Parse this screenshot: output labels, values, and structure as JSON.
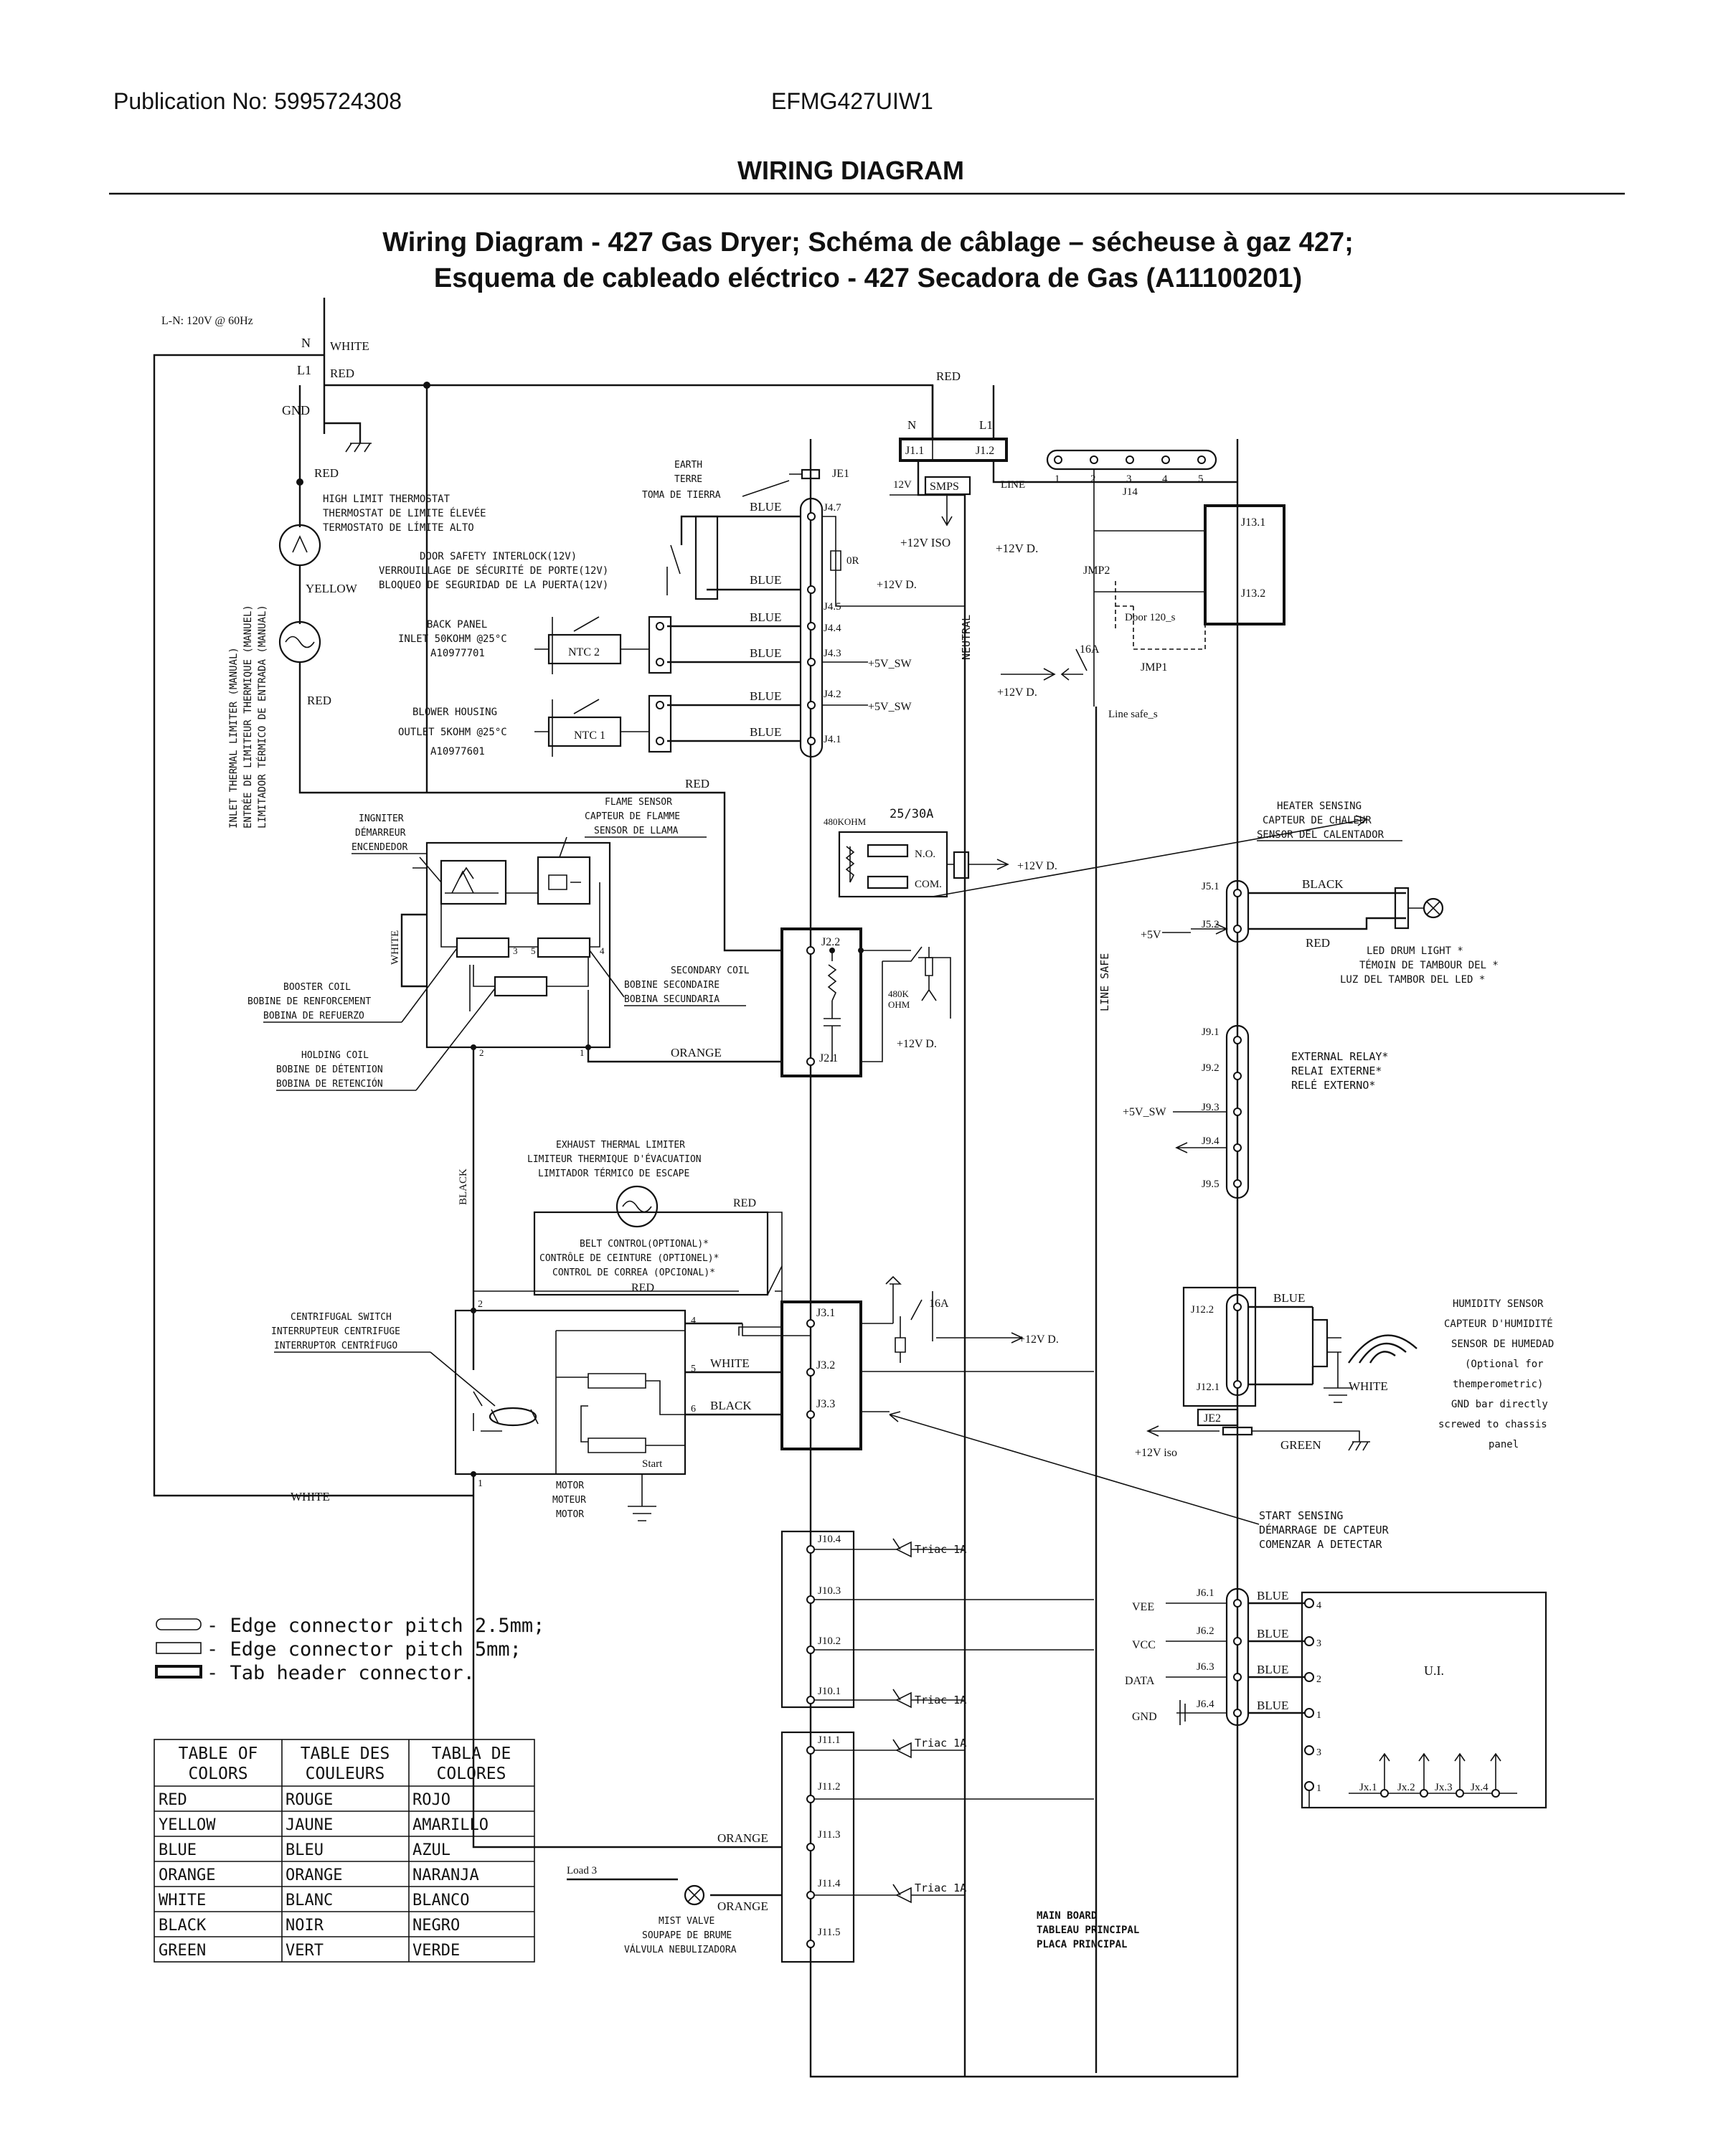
{
  "header": {
    "publication": "Publication No: 5995724308",
    "model": "EFMG427UIW1",
    "section": "WIRING DIAGRAM",
    "title_line1": "Wiring Diagram - 427 Gas Dryer; Schéma de câblage – sécheuse à gaz 427;",
    "title_line2": "Esquema de cableado eléctrico - 427 Secadora de Gas (A11100201)"
  },
  "power": {
    "supply": "L-N: 120V @ 60Hz",
    "n": "N",
    "l1": "L1",
    "gnd": "GND",
    "white": "WHITE",
    "red": "RED",
    "yellow": "YELLOW",
    "black": "BLACK",
    "orange": "ORANGE",
    "blue": "BLUE",
    "green": "GREEN"
  },
  "components": {
    "high_limit": [
      "HIGH LIMIT THERMOSTAT",
      "THERMOSTAT DE LIMITE ÉLEVÉE",
      "TERMOSTATO DE LÍMITE ALTO"
    ],
    "inlet_limiter": [
      "INLET THERMAL LIMITER (MANUAL)",
      "ENTRÉE DE LIMITEUR THERMIQUE (MANUEL)",
      "LIMITADOR TÉRMICO DE ENTRADA (MANUAL)"
    ],
    "door_interlock": [
      "DOOR SAFETY INTERLOCK(12V)",
      "VERROUILLAGE DE SÉCURITÉ DE PORTE(12V)",
      "BLOQUEO DE SEGURIDAD DE LA PUERTA(12V)"
    ],
    "earth": [
      "EARTH",
      "TERRE",
      "TOMA DE TIERRA"
    ],
    "back_panel": [
      "BACK PANEL",
      "INLET 50KOHM @25°C",
      "A10977701"
    ],
    "blower": [
      "BLOWER HOUSING",
      "OUTLET 5KOHM @25°C",
      "A10977601"
    ],
    "ntc2": "NTC 2",
    "ntc1": "NTC 1",
    "igniter": [
      "INGNITER",
      "DÉMARREUR",
      "ENCENDEDOR"
    ],
    "flame_sensor": [
      "FLAME SENSOR",
      "CAPTEUR DE FLAMME",
      "SENSOR DE LLAMA"
    ],
    "booster": [
      "BOOSTER COIL",
      "BOBINE DE RENFORCEMENT",
      "BOBINA DE REFUERZO"
    ],
    "holding": [
      "HOLDING COIL",
      "BOBINE DE DÉTENTION",
      "BOBINA DE RETENCIÓN"
    ],
    "secondary": [
      "SECONDARY COIL",
      "BOBINE SECONDAIRE",
      "BOBINA SECUNDARIA"
    ],
    "exhaust": [
      "EXHAUST THERMAL LIMITER",
      "LIMITEUR THERMIQUE D'ÉVACUATION",
      "LIMITADOR TÉRMICO DE ESCAPE"
    ],
    "belt": [
      "BELT CONTROL(OPTIONAL)*",
      "CONTRÔLE DE CEINTURE (OPTIONEL)*",
      "CONTROL DE CORREA (OPCIONAL)*"
    ],
    "centrifugal": [
      "CENTRIFUGAL SWITCH",
      "INTERRUPTEUR CENTRIFUGE",
      "INTERRUPTOR CENTRÍFUGO"
    ],
    "motor": [
      "MOTOR",
      "MOTEUR",
      "MOTOR"
    ],
    "start": "Start",
    "heater_sensing": [
      "HEATER SENSING",
      "CAPTEUR DE CHALEUR",
      "SENSOR DEL CALENTADOR"
    ],
    "led": [
      "LED DRUM LIGHT *",
      "TÉMOIN DE TAMBOUR DEL *",
      "LUZ DEL TAMBOR DEL LED *"
    ],
    "ext_relay": [
      "EXTERNAL RELAY*",
      "RELAI EXTERNE*",
      "RELÉ EXTERNO*"
    ],
    "humidity": [
      "HUMIDITY SENSOR",
      "CAPTEUR D'HUMIDITÉ",
      "SENSOR DE HUMEDAD",
      "(Optional for",
      "themperometric)",
      "GND bar directly",
      "screwed to chassis",
      "panel"
    ],
    "start_sensing": [
      "START SENSING",
      "DÉMARRAGE DE CAPTEUR",
      "COMENZAR A DETECTAR"
    ],
    "mist": [
      "MIST VALVE",
      "SOUPAPE DE BRUME",
      "VÁLVULA NEBULIZADORA"
    ],
    "load3": "Load 3",
    "main_board": [
      "MAIN BOARD",
      "TABLEAU PRINCIPAL",
      "PLACA PRINCIPAL"
    ],
    "ui": "U.I."
  },
  "board": {
    "smps": "SMPS",
    "v12": "12V",
    "line": "LINE",
    "v12iso": "+12V ISO",
    "v12d": "+12V D.",
    "v12iso2": "+12V iso",
    "neutral": "NEUTRAL",
    "line_safe": "LINE SAFE",
    "or": "0R",
    "j11": "J1.1",
    "j12": "J1.2",
    "je1": "JE1",
    "je2": "JE2",
    "j47": "J4.7",
    "j45": "J4.5",
    "j44": "J4.4",
    "j43": "J4.3",
    "j42": "J4.2",
    "j41": "J4.1",
    "v5sw": "+5V_SW",
    "v5": "+5V",
    "j14": "J14",
    "j14pins": [
      "1",
      "2",
      "3",
      "4",
      "5"
    ],
    "j131": "J13.1",
    "j132": "J13.2",
    "jmp1": "JMP1",
    "jmp2": "JMP2",
    "door120": "Door 120_s",
    "linesafe_s": "Line safe_s",
    "r16a": "16A",
    "r2530": "25/30A",
    "k480": "480KOHM",
    "no": "N.O.",
    "com": "COM.",
    "j22": "J2.2",
    "j21": "J2.1",
    "k480b": "480K",
    "ohm": "OHM",
    "j31": "J3.1",
    "j32": "J3.2",
    "j33": "J3.3",
    "j51": "J5.1",
    "j52": "J5.2",
    "j91": "J9.1",
    "j92": "J9.2",
    "j93": "J9.3",
    "j94": "J9.4",
    "j95": "J9.5",
    "j122": "J12.2",
    "j121": "J12.1",
    "j104": "J10.4",
    "j103": "J10.3",
    "j102": "J10.2",
    "j101": "J10.1",
    "j111": "J11.1",
    "j112": "J11.2",
    "j113": "J11.3",
    "j114": "J11.4",
    "j115": "J11.5",
    "triac": "Triac 1A",
    "j61": "J6.1",
    "j62": "J6.2",
    "j63": "J6.3",
    "j64": "J6.4",
    "vee": "VEE",
    "vcc": "VCC",
    "data": "DATA",
    "gnd": "GND",
    "ui_pins": [
      "4",
      "3",
      "2",
      "1",
      "3",
      "1"
    ],
    "jx": [
      "Jx.1",
      "Jx.2",
      "Jx.3",
      "Jx.4"
    ],
    "coil_pins": [
      "2",
      "1",
      "3",
      "5",
      "4"
    ],
    "cent_pins": [
      "2",
      "1",
      "4",
      "5",
      "6"
    ]
  },
  "legend": [
    "- Edge connector pitch 2.5mm;",
    "- Edge connector pitch 5mm;",
    "- Tab header connector."
  ],
  "color_table": {
    "headers": [
      [
        "TABLE OF",
        "COLORS"
      ],
      [
        "TABLE DES",
        "COULEURS"
      ],
      [
        "TABLA DE",
        "COLORES"
      ]
    ],
    "rows": [
      [
        "RED",
        "ROUGE",
        "ROJO"
      ],
      [
        "YELLOW",
        "JAUNE",
        "AMARILLO"
      ],
      [
        "BLUE",
        "BLEU",
        "AZUL"
      ],
      [
        "ORANGE",
        "ORANGE",
        "NARANJA"
      ],
      [
        "WHITE",
        "BLANC",
        "BLANCO"
      ],
      [
        "BLACK",
        "NOIR",
        "NEGRO"
      ],
      [
        "GREEN",
        "VERT",
        "VERDE"
      ]
    ]
  }
}
